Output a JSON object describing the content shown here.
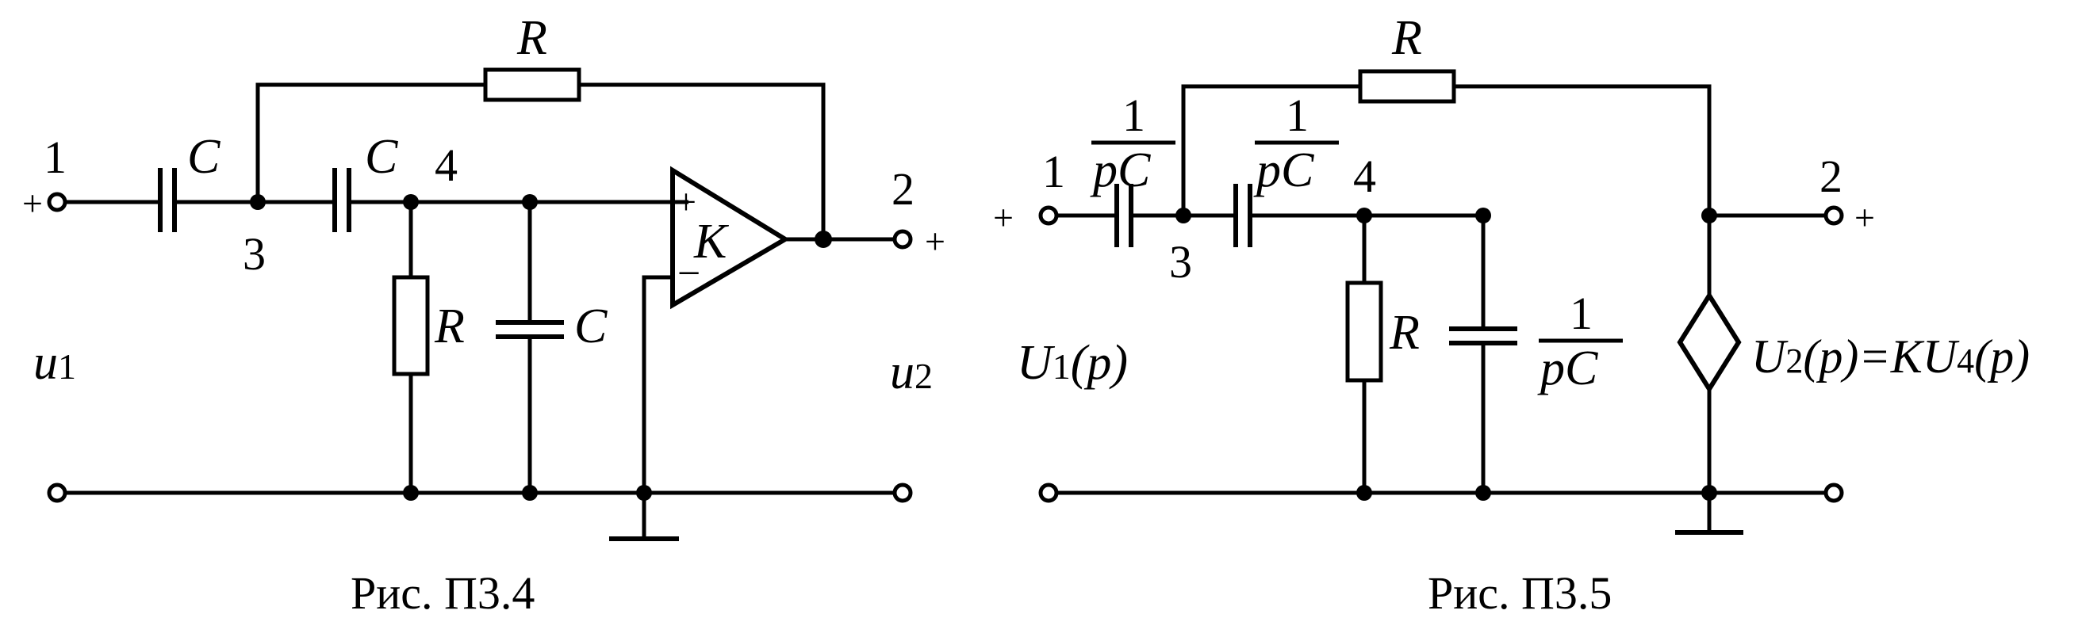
{
  "fig34": {
    "caption": "Рис. П3.4",
    "node_1": "1",
    "node_2": "2",
    "node_3": "3",
    "node_4": "4",
    "plus_in": "+",
    "plus_out": "+",
    "R_top": "R",
    "C1": "C",
    "C2": "C",
    "R_shunt": "R",
    "C_shunt": "C",
    "op_plus": "+",
    "op_minus": "−",
    "gain": "K",
    "u1": "u",
    "u1_sub": "1",
    "u2": "u",
    "u2_sub": "2"
  },
  "fig35": {
    "caption": "Рис. П3.5",
    "node_1": "1",
    "node_2": "2",
    "node_3": "3",
    "node_4": "4",
    "plus_in": "+",
    "plus_out": "+",
    "R_top": "R",
    "R_shunt": "R",
    "c1_num": "1",
    "c1_den": "pC",
    "c2_num": "1",
    "c2_den": "pC",
    "c3_num": "1",
    "c3_den": "pC",
    "U1": "U",
    "U1_sub": "1",
    "U1_arg": "(p)",
    "src_U": "U",
    "src_U_sub": "2",
    "src_mid": "(p)=K",
    "src_U2": "U",
    "src_U2_sub": "4",
    "src_arg": "(p)"
  }
}
